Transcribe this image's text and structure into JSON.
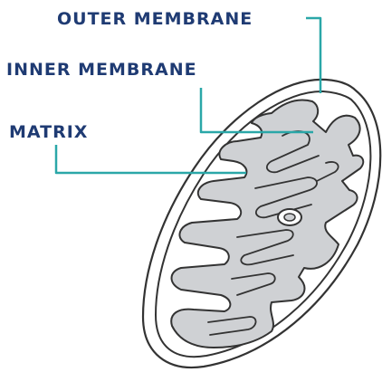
{
  "labels": {
    "outer_membrane": "OUTER MEMBRANE",
    "inner_membrane": "INNER MEMBRANE",
    "matrix": "MATRIX"
  },
  "colors": {
    "label_text": "#1f3b73",
    "leader_line": "#2aa7a8",
    "outline": "#333333",
    "matrix_fill": "#cfd1d4",
    "background": "#ffffff"
  }
}
